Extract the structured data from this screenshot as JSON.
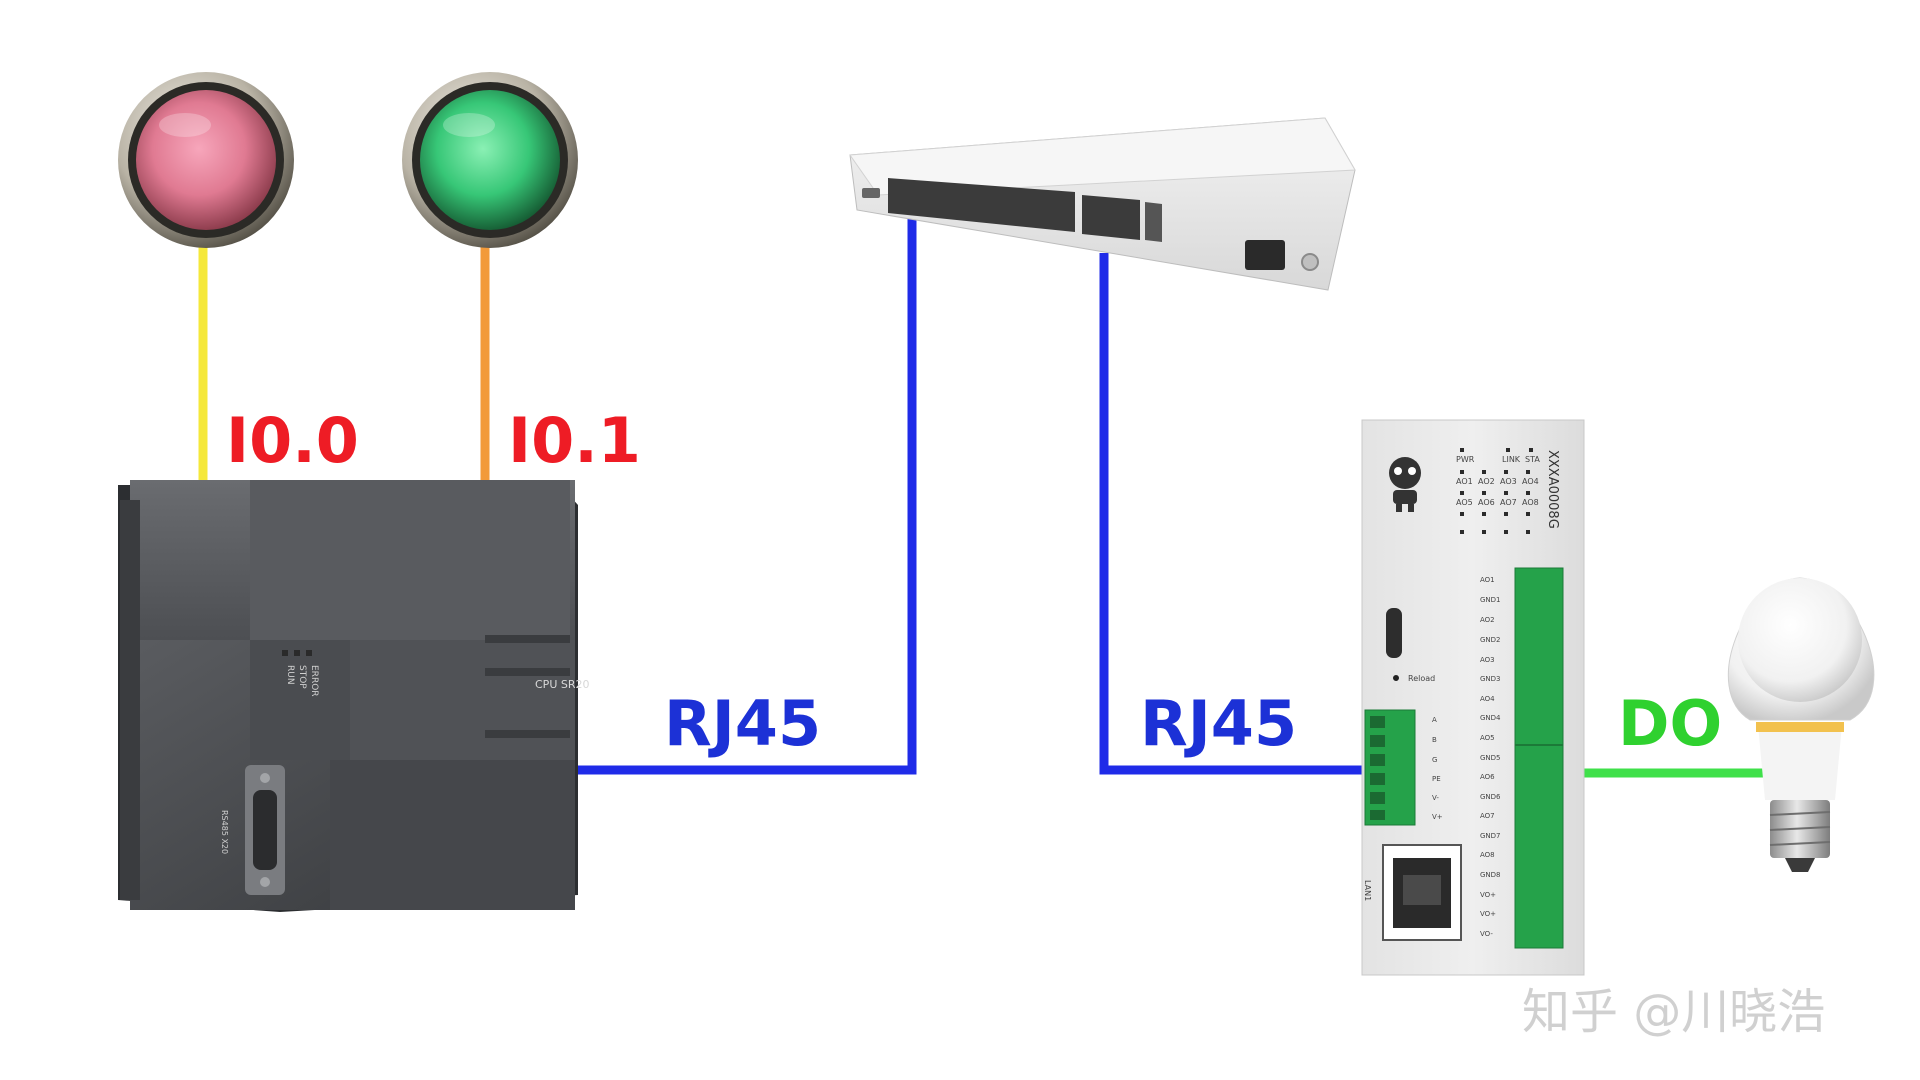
{
  "labels": {
    "io0": "I0.0",
    "io1": "I0.1",
    "rj45_left": "RJ45",
    "rj45_right": "RJ45",
    "do": "DO"
  },
  "colors": {
    "io_label": "#ee1c25",
    "rj45_label": "#1c31d6",
    "do_label": "#2fd12f",
    "wire_yellow": "#f5e83a",
    "wire_orange": "#f29a3a",
    "wire_blue": "#1f2be8",
    "wire_green": "#3fe04a"
  },
  "plc": {
    "model": "CPU SR20",
    "status_leds": [
      "RUN",
      "STOP",
      "ERROR"
    ],
    "port_label": "RS485 X20"
  },
  "io_module": {
    "model": "XXXA0008G",
    "led_labels": [
      "PWR",
      "LINK",
      "STA",
      "AO1",
      "AO2",
      "AO3",
      "AO4",
      "AO5",
      "AO6",
      "AO7",
      "AO8"
    ],
    "button_label": "Reload",
    "left_terminals": [
      "A",
      "B",
      "G",
      "PE",
      "V-",
      "V+"
    ],
    "right_terminals": [
      "AO1",
      "GND1",
      "AO2",
      "GND2",
      "AO3",
      "GND3",
      "AO4",
      "GND4",
      "AO5",
      "GND5",
      "AO6",
      "GND6",
      "AO7",
      "GND7",
      "AO8",
      "GND8",
      "VO+",
      "VO+",
      "VO-"
    ],
    "lan_label": "LAN1"
  },
  "watermark": "知乎 @川晓浩"
}
